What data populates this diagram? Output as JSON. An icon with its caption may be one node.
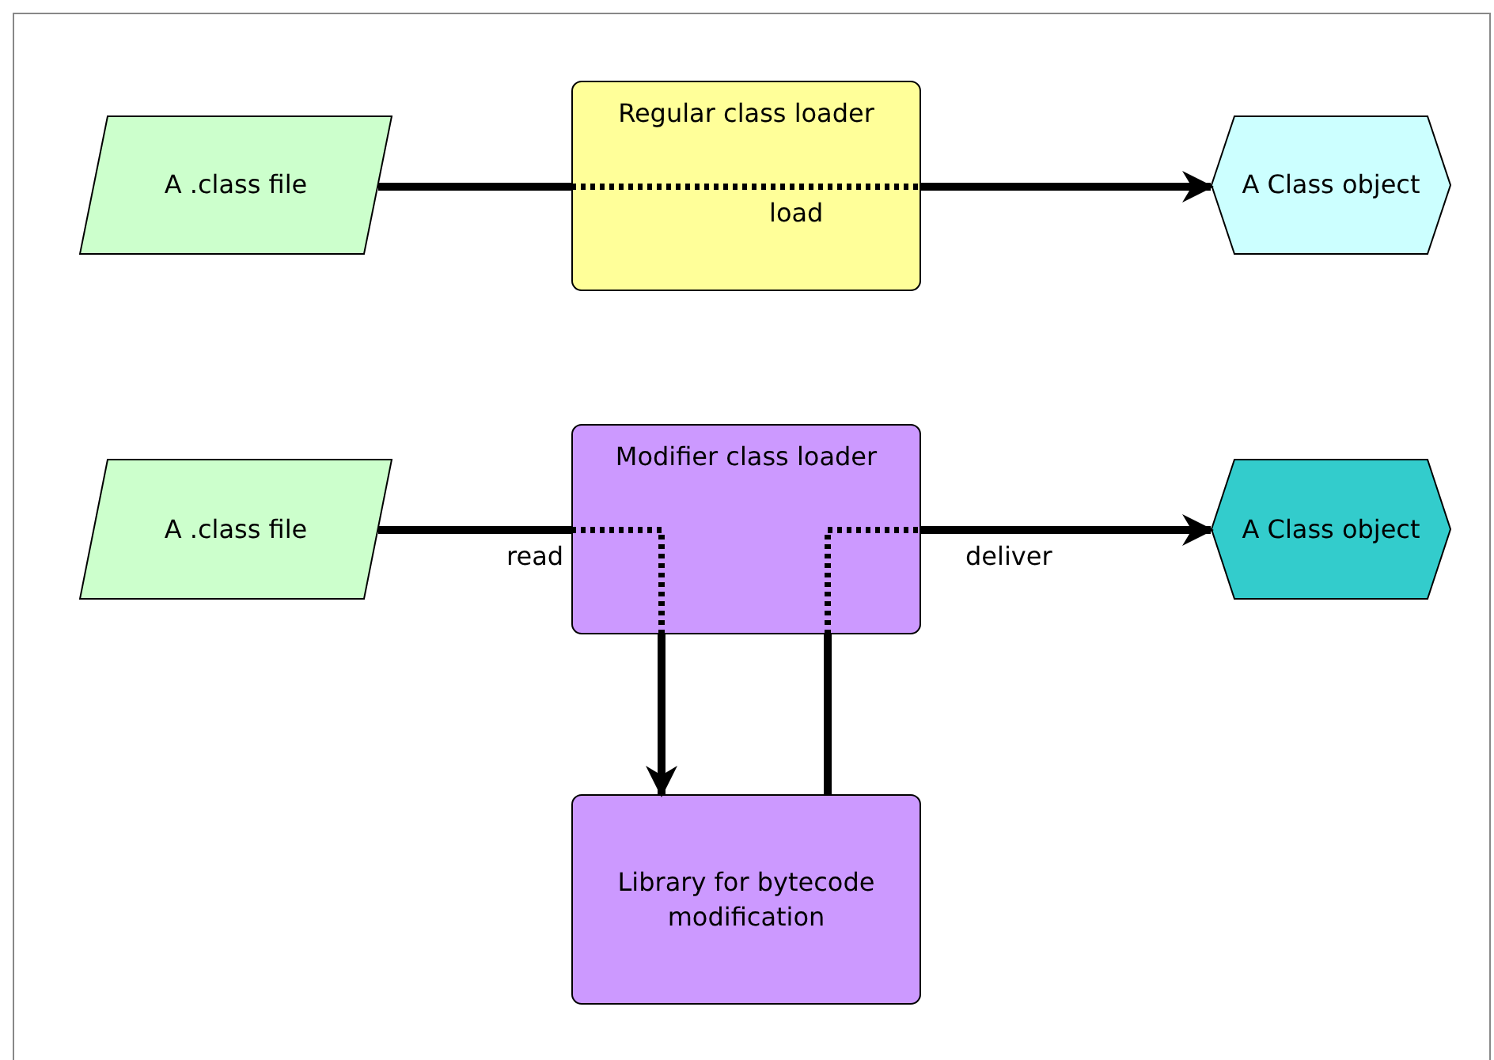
{
  "diagram": {
    "nodes": [
      {
        "text": [
          "A .class file"
        ]
      },
      {
        "text": [
          "Regular class loader"
        ]
      },
      {
        "text": [
          "A Class object"
        ]
      },
      {
        "text": [
          "A .class file"
        ]
      },
      {
        "text": [
          "Modifier class loader"
        ]
      },
      {
        "text": [
          "A Class object"
        ]
      },
      {
        "text": [
          "Library for bytecode modification"
        ]
      }
    ],
    "edges": [
      {
        "from": 0,
        "to": 1,
        "arrow": "none"
      },
      {
        "from": 1,
        "to": 2,
        "arrow": "to"
      },
      {
        "from": 3,
        "to": 4,
        "arrow": "none",
        "label": "read"
      },
      {
        "from": 4,
        "to": 5,
        "arrow": "to",
        "label": "deliver"
      },
      {
        "from": 4,
        "to": 6,
        "arrow": "to"
      },
      {
        "from": 6,
        "to": 4,
        "arrow": "none"
      }
    ],
    "labels": [
      "load"
    ]
  }
}
